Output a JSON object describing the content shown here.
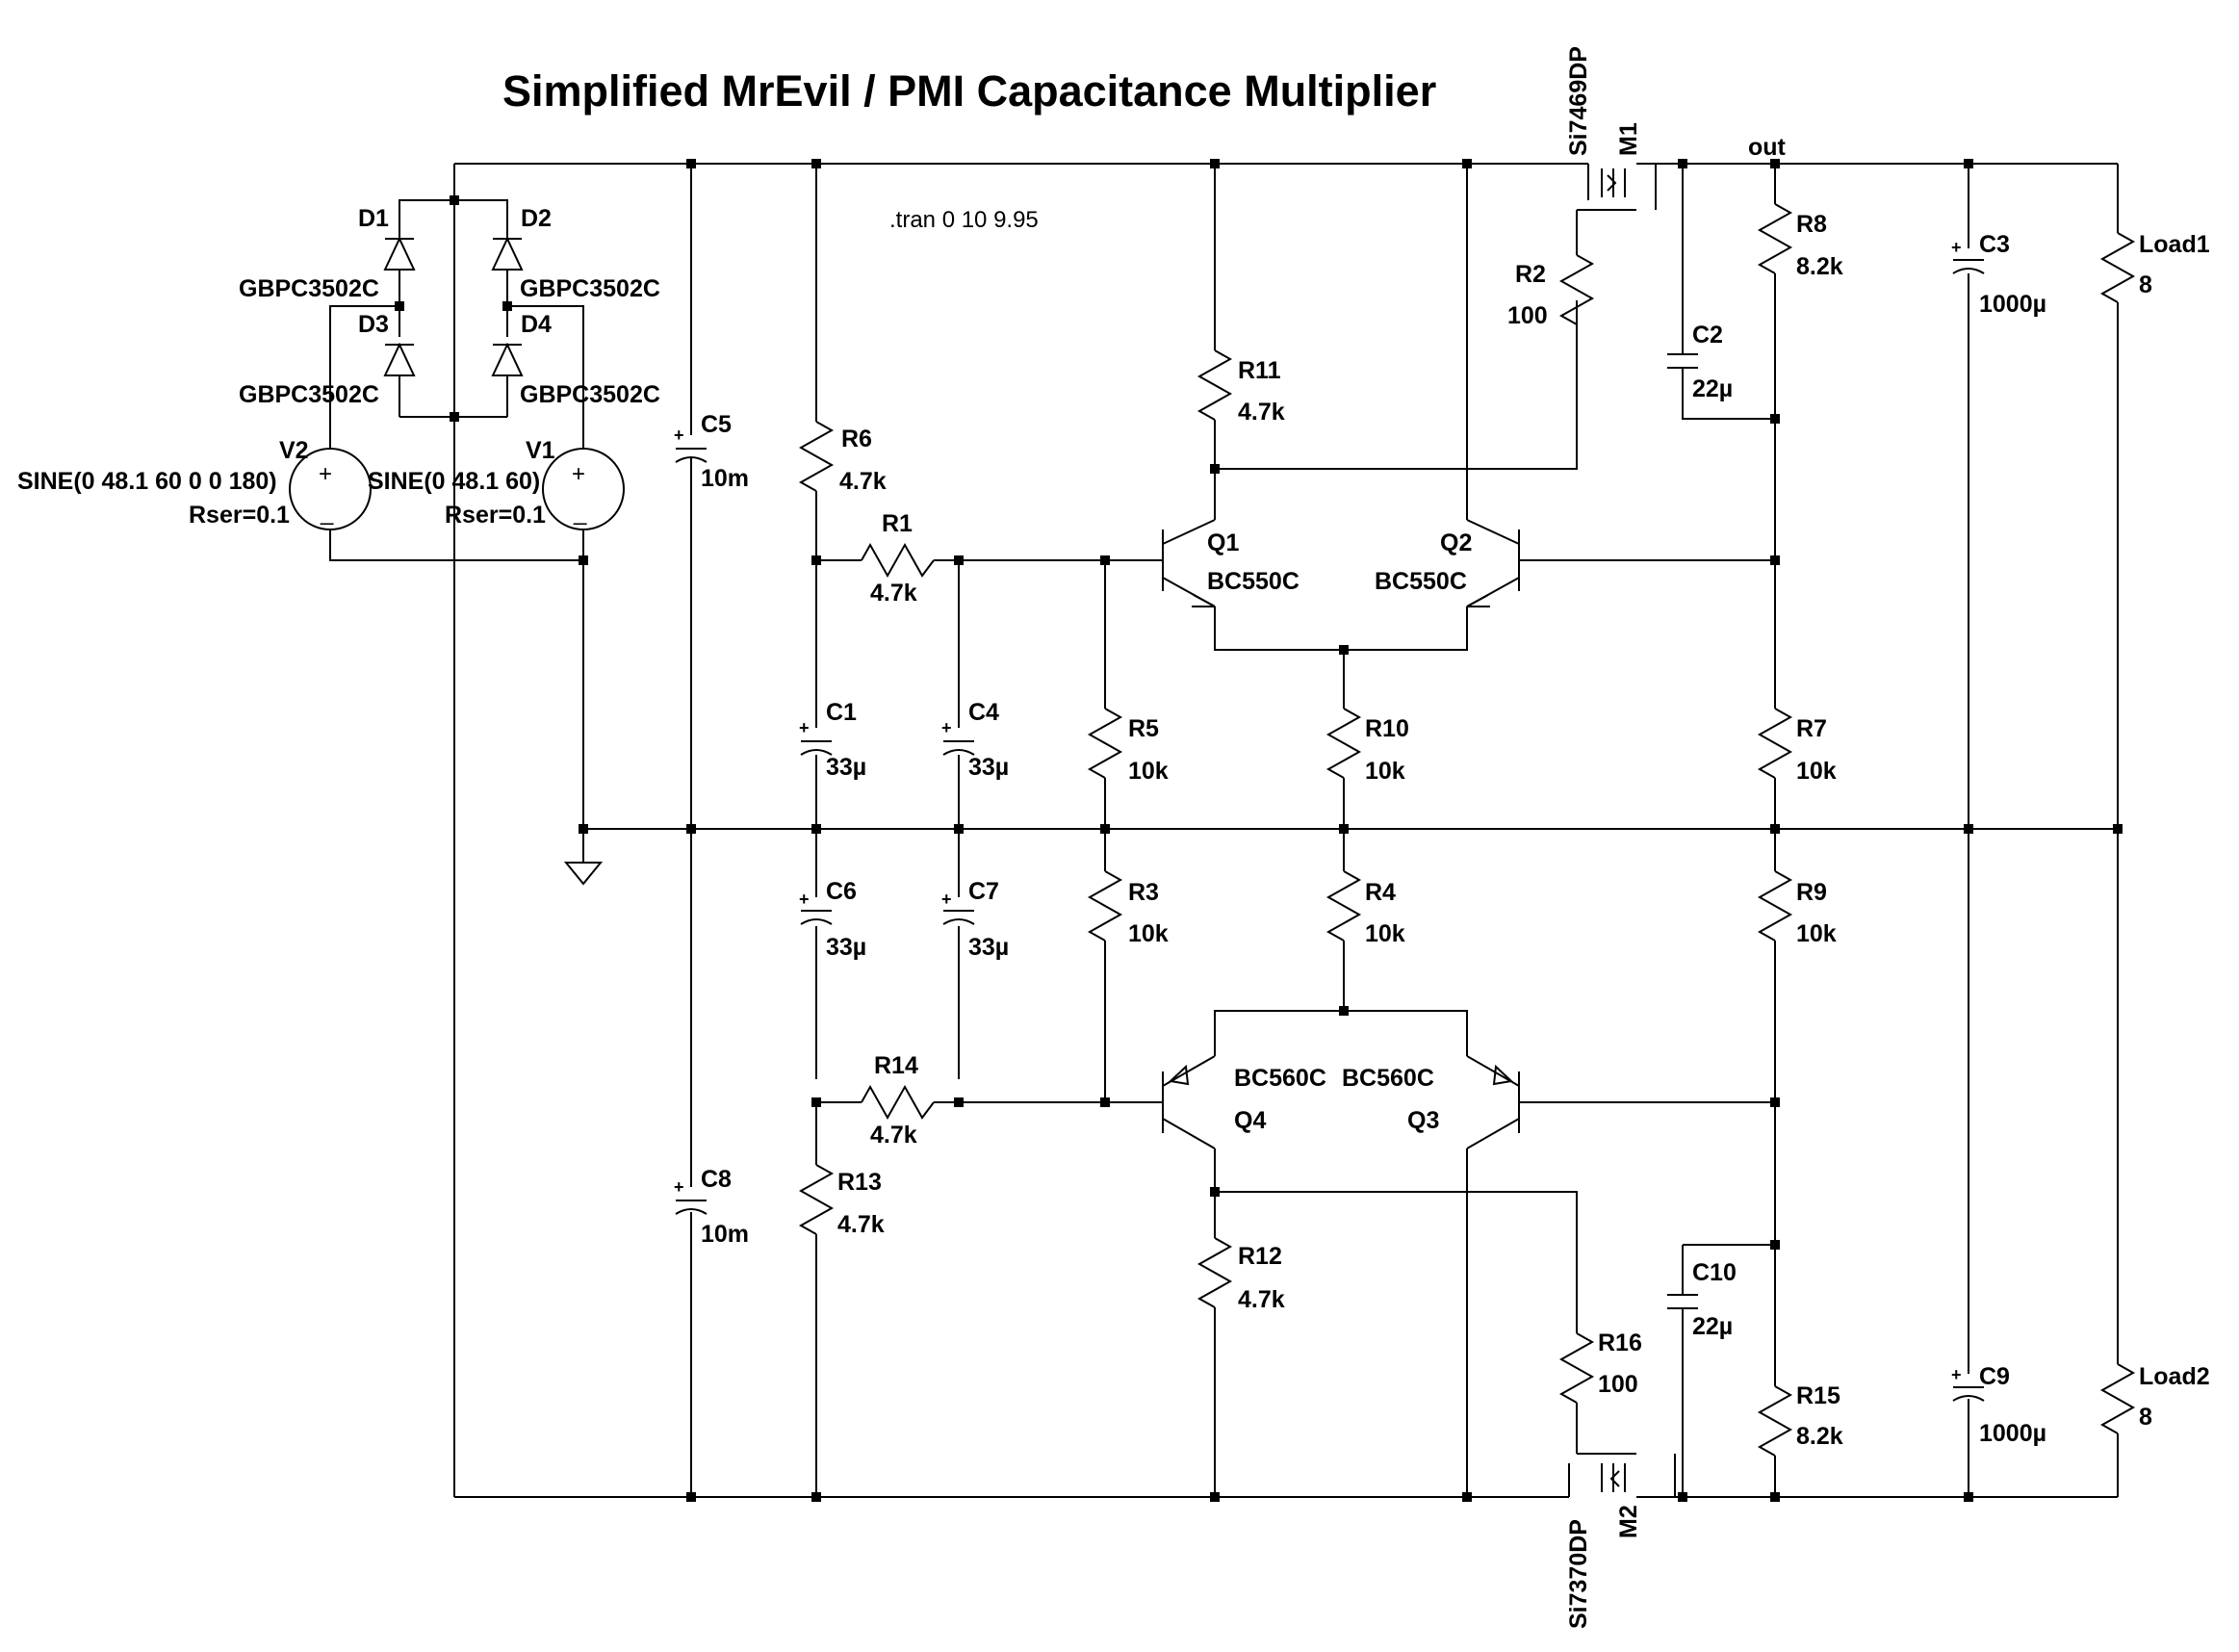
{
  "title": "Simplified MrEvil / PMI Capacitance Multiplier",
  "directive": ".tran 0 10 9.95",
  "net_out": "out",
  "components": {
    "D1": {
      "ref": "D1",
      "value": "GBPC3502C"
    },
    "D2": {
      "ref": "D2",
      "value": "GBPC3502C"
    },
    "D3": {
      "ref": "D3",
      "value": "GBPC3502C"
    },
    "D4": {
      "ref": "D4",
      "value": "GBPC3502C"
    },
    "V1": {
      "ref": "V1",
      "value": "SINE(0 48.1 60)",
      "rser": "Rser=0.1"
    },
    "V2": {
      "ref": "V2",
      "value": "SINE(0 48.1 60 0 0 180)",
      "rser": "Rser=0.1"
    },
    "C5": {
      "ref": "C5",
      "value": "10m"
    },
    "C8": {
      "ref": "C8",
      "value": "10m"
    },
    "R6": {
      "ref": "R6",
      "value": "4.7k"
    },
    "R1": {
      "ref": "R1",
      "value": "4.7k"
    },
    "C1": {
      "ref": "C1",
      "value": "33µ"
    },
    "C4": {
      "ref": "C4",
      "value": "33µ"
    },
    "R5": {
      "ref": "R5",
      "value": "10k"
    },
    "R11": {
      "ref": "R11",
      "value": "4.7k"
    },
    "Q1": {
      "ref": "Q1",
      "value": "BC550C"
    },
    "Q2": {
      "ref": "Q2",
      "value": "BC550C"
    },
    "R10": {
      "ref": "R10",
      "value": "10k"
    },
    "M1": {
      "ref": "M1",
      "value": "Si7469DP"
    },
    "R2": {
      "ref": "R2",
      "value": "100"
    },
    "C2": {
      "ref": "C2",
      "value": "22µ"
    },
    "R8": {
      "ref": "R8",
      "value": "8.2k"
    },
    "R7": {
      "ref": "R7",
      "value": "10k"
    },
    "C3": {
      "ref": "C3",
      "value": "1000µ"
    },
    "Load1": {
      "ref": "Load1",
      "value": "8"
    },
    "C6": {
      "ref": "C6",
      "value": "33µ"
    },
    "C7": {
      "ref": "C7",
      "value": "33µ"
    },
    "R3": {
      "ref": "R3",
      "value": "10k"
    },
    "R4": {
      "ref": "R4",
      "value": "10k"
    },
    "R9": {
      "ref": "R9",
      "value": "10k"
    },
    "R14": {
      "ref": "R14",
      "value": "4.7k"
    },
    "R13": {
      "ref": "R13",
      "value": "4.7k"
    },
    "Q4": {
      "ref": "Q4",
      "value": "BC560C"
    },
    "Q3": {
      "ref": "Q3",
      "value": "BC560C"
    },
    "R12": {
      "ref": "R12",
      "value": "4.7k"
    },
    "C10": {
      "ref": "C10",
      "value": "22µ"
    },
    "R16": {
      "ref": "R16",
      "value": "100"
    },
    "R15": {
      "ref": "R15",
      "value": "8.2k"
    },
    "C9": {
      "ref": "C9",
      "value": "1000µ"
    },
    "Load2": {
      "ref": "Load2",
      "value": "8"
    },
    "M2": {
      "ref": "M2",
      "value": "Si7370DP"
    }
  }
}
